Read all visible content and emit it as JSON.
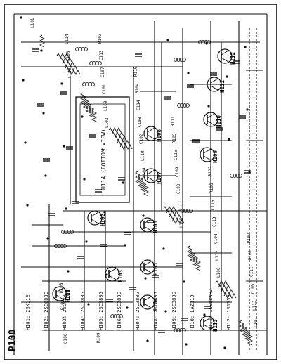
{
  "page": {
    "title": "P100"
  },
  "transistor_legend": [
    "H101: 2SK11E",
    "H102: 2SC688C",
    "H103: 2SC930C",
    "H104: 2SC380G",
    "H105: 2SC380G",
    "H106: 2SC380G",
    "H107: 2SC380G",
    "H108: 2SC380G",
    "H109: 2SC380G",
    "H110: LA2310",
    "H111: 1SS88WH2",
    "H112: 1S1555"
  ],
  "transistor_labels": [
    "H101",
    "H102",
    "H103",
    "H104",
    "H105",
    "H106",
    "H107",
    "H108",
    "H109",
    "H110",
    "H111",
    "H112",
    "H113",
    "H114"
  ],
  "ic_label": "H114 (BOTTOM VIEW)",
  "part_labels": [
    "L101",
    "L102",
    "L103",
    "L104",
    "L105",
    "L106",
    "L107",
    "L108",
    "L109",
    "L110",
    "L111",
    "L112",
    "L113",
    "L114",
    "C101",
    "C102",
    "C103",
    "C104",
    "C105",
    "C106",
    "C107",
    "C108",
    "C109",
    "C110",
    "C111",
    "C112",
    "C113",
    "C114",
    "C115",
    "C116",
    "R101",
    "R102",
    "R103",
    "R104",
    "R105",
    "R106",
    "R107",
    "R108",
    "R109",
    "R110",
    "R111",
    "R112"
  ]
}
